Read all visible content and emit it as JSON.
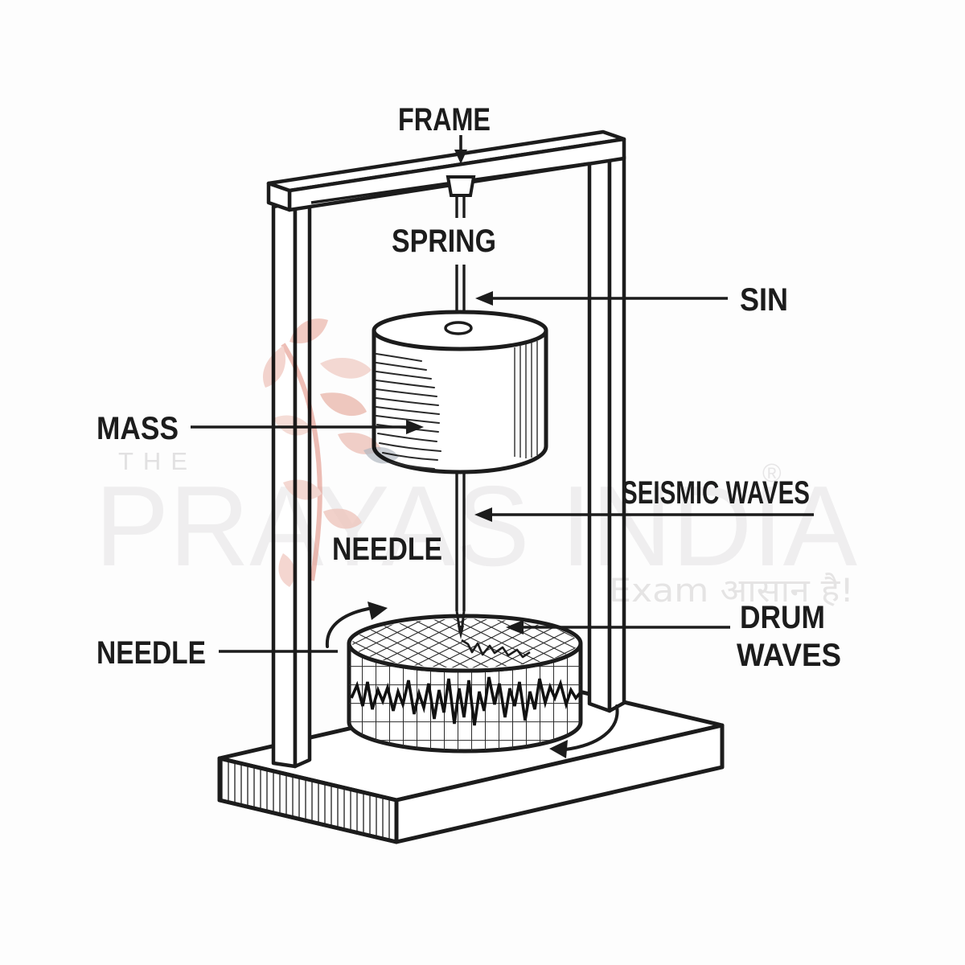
{
  "diagram": {
    "labels": {
      "frame": "FRAME",
      "spring": "SPRING",
      "sin": "SIN",
      "mass": "MASS",
      "seismic_waves": "SEISMIC WAVES",
      "needle_upper": "NEEDLE",
      "needle_lower": "NEEDLE",
      "drum_waves_line1": "DRUM",
      "drum_waves_line2": "WAVES"
    },
    "colors": {
      "ink": "#1c1c1c",
      "background": "#fdfdfd",
      "watermark_gray": "#f0eff0",
      "watermark_red": "#eec4bb"
    }
  },
  "watermark": {
    "line1": "THE",
    "brand": "PRAYAS INDIA",
    "registered": "®",
    "tagline": "Exam आसान है!"
  }
}
